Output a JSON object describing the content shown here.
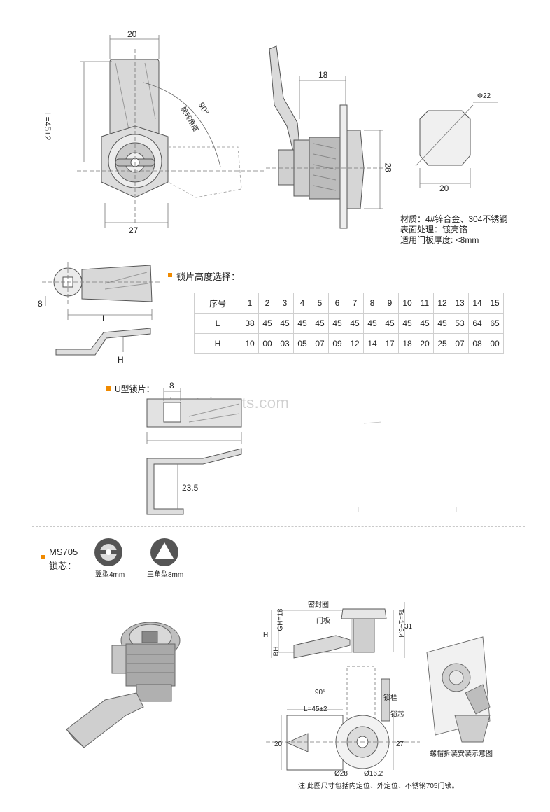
{
  "top_drawing": {
    "dim_width_top": "20",
    "dim_L": "L=45±2",
    "dim_angle": "90°",
    "angle_note": "旋转角度",
    "dim_width_bottom": "27",
    "dim_side": "18",
    "dim_height": "28",
    "dim_phi": "Φ22",
    "dim_square": "20",
    "spec_material": "材质：4#锌合金、304不锈钢",
    "spec_surface": "表面处理：镀亮铬",
    "spec_thickness": "适用门板厚度: <8mm"
  },
  "height_section": {
    "title": "锁片高度选择：",
    "dim_8": "8",
    "dim_L": "L",
    "dim_H": "H",
    "table": {
      "row_labels": [
        "序号",
        "L",
        "H"
      ],
      "index": [
        "1",
        "2",
        "3",
        "4",
        "5",
        "6",
        "7",
        "8",
        "9",
        "10",
        "11",
        "12",
        "13",
        "14",
        "15"
      ],
      "L": [
        "38",
        "45",
        "45",
        "45",
        "45",
        "45",
        "45",
        "45",
        "45",
        "45",
        "45",
        "45",
        "53",
        "64",
        "65"
      ],
      "H": [
        "10",
        "00",
        "03",
        "05",
        "07",
        "09",
        "12",
        "14",
        "17",
        "18",
        "20",
        "25",
        "07",
        "08",
        "00"
      ]
    }
  },
  "u_section": {
    "title": "U型锁片：",
    "dim_8": "8",
    "dim_23_5": "23.5",
    "watermark": "shantai-parts.com"
  },
  "core_section": {
    "model": "MS705",
    "label": "锁芯：",
    "core_wing": "翼型4mm",
    "core_triangle": "三角型8mm"
  },
  "install_drawing": {
    "seal": "密封圈",
    "panel": "门板",
    "angle": "90°",
    "bolt": "锁栓",
    "core": "锁芯",
    "dim_L": "L=45±2",
    "dim_20": "20",
    "dim_27": "27",
    "dim_28": "Ø28",
    "dim_16": "Ø16.2",
    "dim_31": "31",
    "dim_ts": "Ts=1~5.4",
    "dim_gh": "GH=18",
    "dim_bh": "BH",
    "dim_h": "H",
    "note": "注:此图尺寸包括内定位、外定位、不锈钢705门锁。",
    "mount_caption": "螺帽拆装安装示意图"
  }
}
